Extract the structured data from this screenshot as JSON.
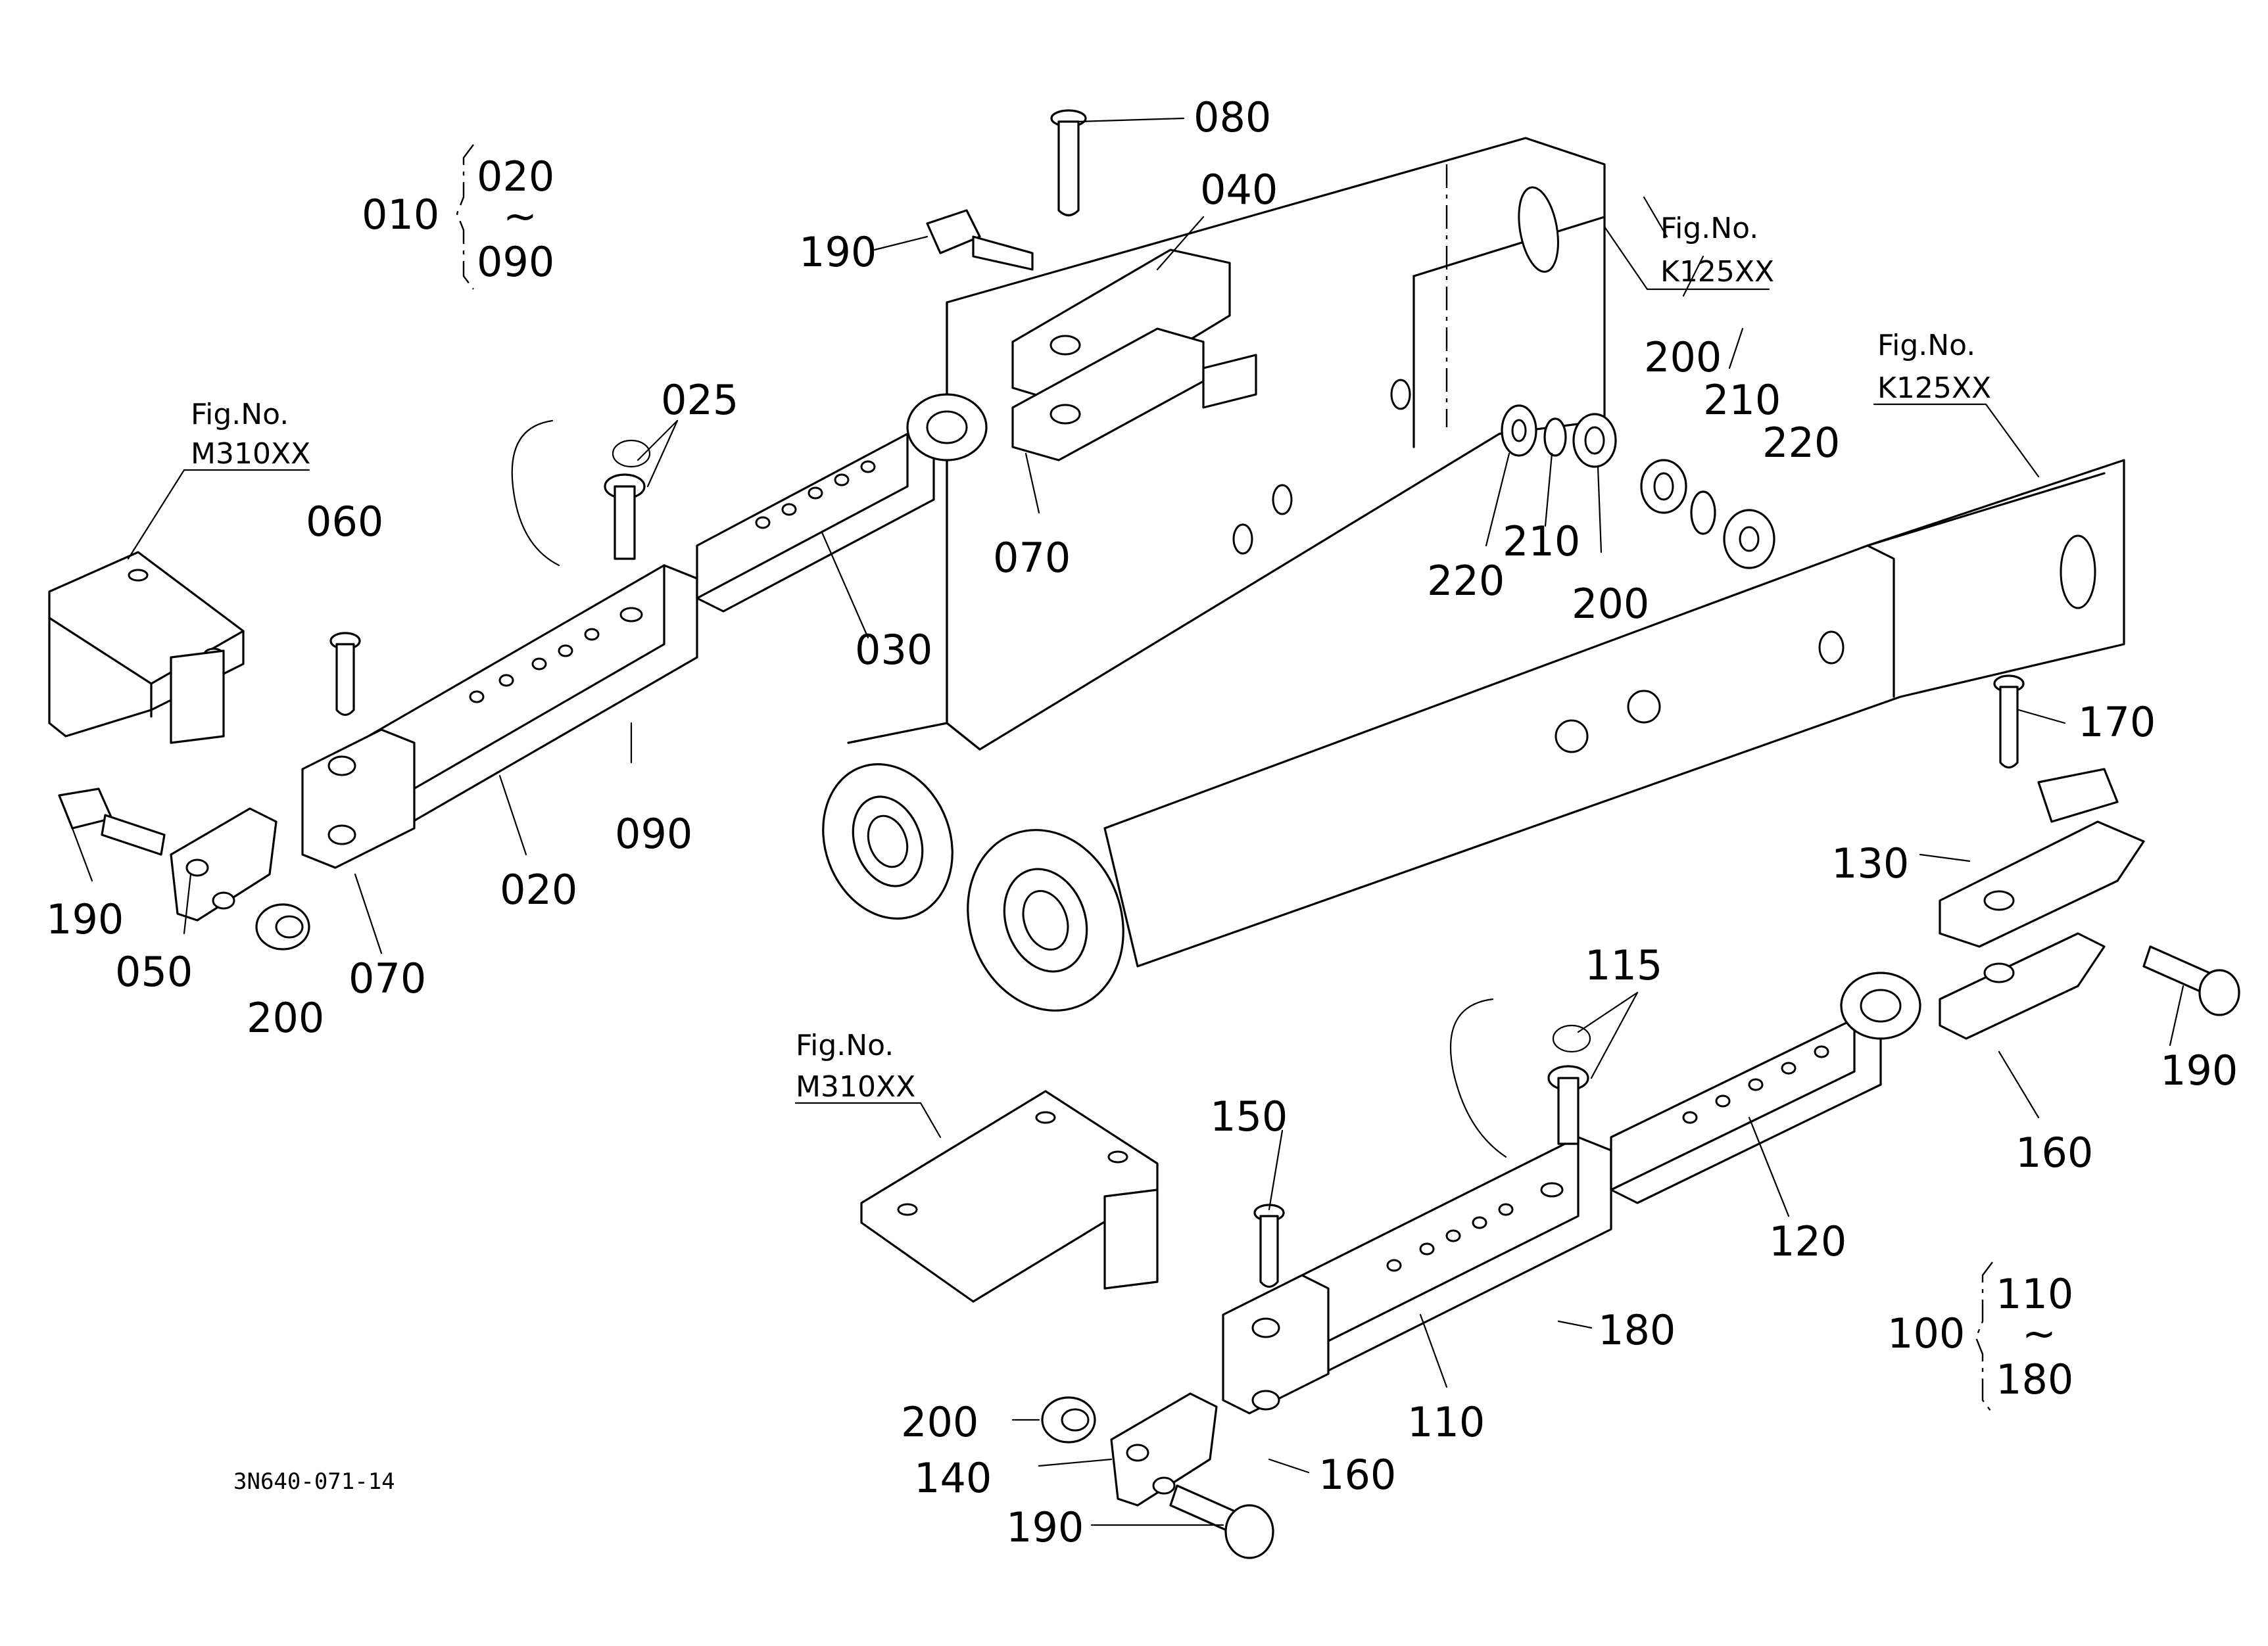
{
  "diagram_code": "3N640-071-14",
  "fig_refs": [
    {
      "id": "fig-k125-upper",
      "line1": "Fig.No.",
      "line2": "K125XX"
    },
    {
      "id": "fig-k125-lower",
      "line1": "Fig.No.",
      "line2": "K125XX"
    },
    {
      "id": "fig-m310-left",
      "line1": "Fig.No.",
      "line2": "M310XX"
    },
    {
      "id": "fig-m310-lower",
      "line1": "Fig.No.",
      "line2": "M310XX"
    }
  ],
  "assemblies": [
    {
      "id": "asm-010",
      "parent": "010",
      "from": "020",
      "tilde": "~",
      "to": "090"
    },
    {
      "id": "asm-100",
      "parent": "100",
      "from": "110",
      "tilde": "~",
      "to": "180"
    }
  ],
  "part_labels": [
    {
      "id": "p080",
      "text": "080"
    },
    {
      "id": "p040",
      "text": "040"
    },
    {
      "id": "p190a",
      "text": "190"
    },
    {
      "id": "p025",
      "text": "025"
    },
    {
      "id": "p060",
      "text": "060"
    },
    {
      "id": "p070a",
      "text": "070"
    },
    {
      "id": "p030",
      "text": "030"
    },
    {
      "id": "p090",
      "text": "090"
    },
    {
      "id": "p020",
      "text": "020"
    },
    {
      "id": "p190b",
      "text": "190"
    },
    {
      "id": "p050",
      "text": "050"
    },
    {
      "id": "p200a",
      "text": "200"
    },
    {
      "id": "p070b",
      "text": "070"
    },
    {
      "id": "p200b",
      "text": "200"
    },
    {
      "id": "p210a",
      "text": "210"
    },
    {
      "id": "p220a",
      "text": "220"
    },
    {
      "id": "p220b",
      "text": "220"
    },
    {
      "id": "p210b",
      "text": "210"
    },
    {
      "id": "p200c",
      "text": "200"
    },
    {
      "id": "p170",
      "text": "170"
    },
    {
      "id": "p130",
      "text": "130"
    },
    {
      "id": "p190c",
      "text": "190"
    },
    {
      "id": "p160a",
      "text": "160"
    },
    {
      "id": "p115",
      "text": "115"
    },
    {
      "id": "p150",
      "text": "150"
    },
    {
      "id": "p120",
      "text": "120"
    },
    {
      "id": "p180",
      "text": "180"
    },
    {
      "id": "p110",
      "text": "110"
    },
    {
      "id": "p200d",
      "text": "200"
    },
    {
      "id": "p140",
      "text": "140"
    },
    {
      "id": "p160b",
      "text": "160"
    },
    {
      "id": "p190d",
      "text": "190"
    }
  ]
}
